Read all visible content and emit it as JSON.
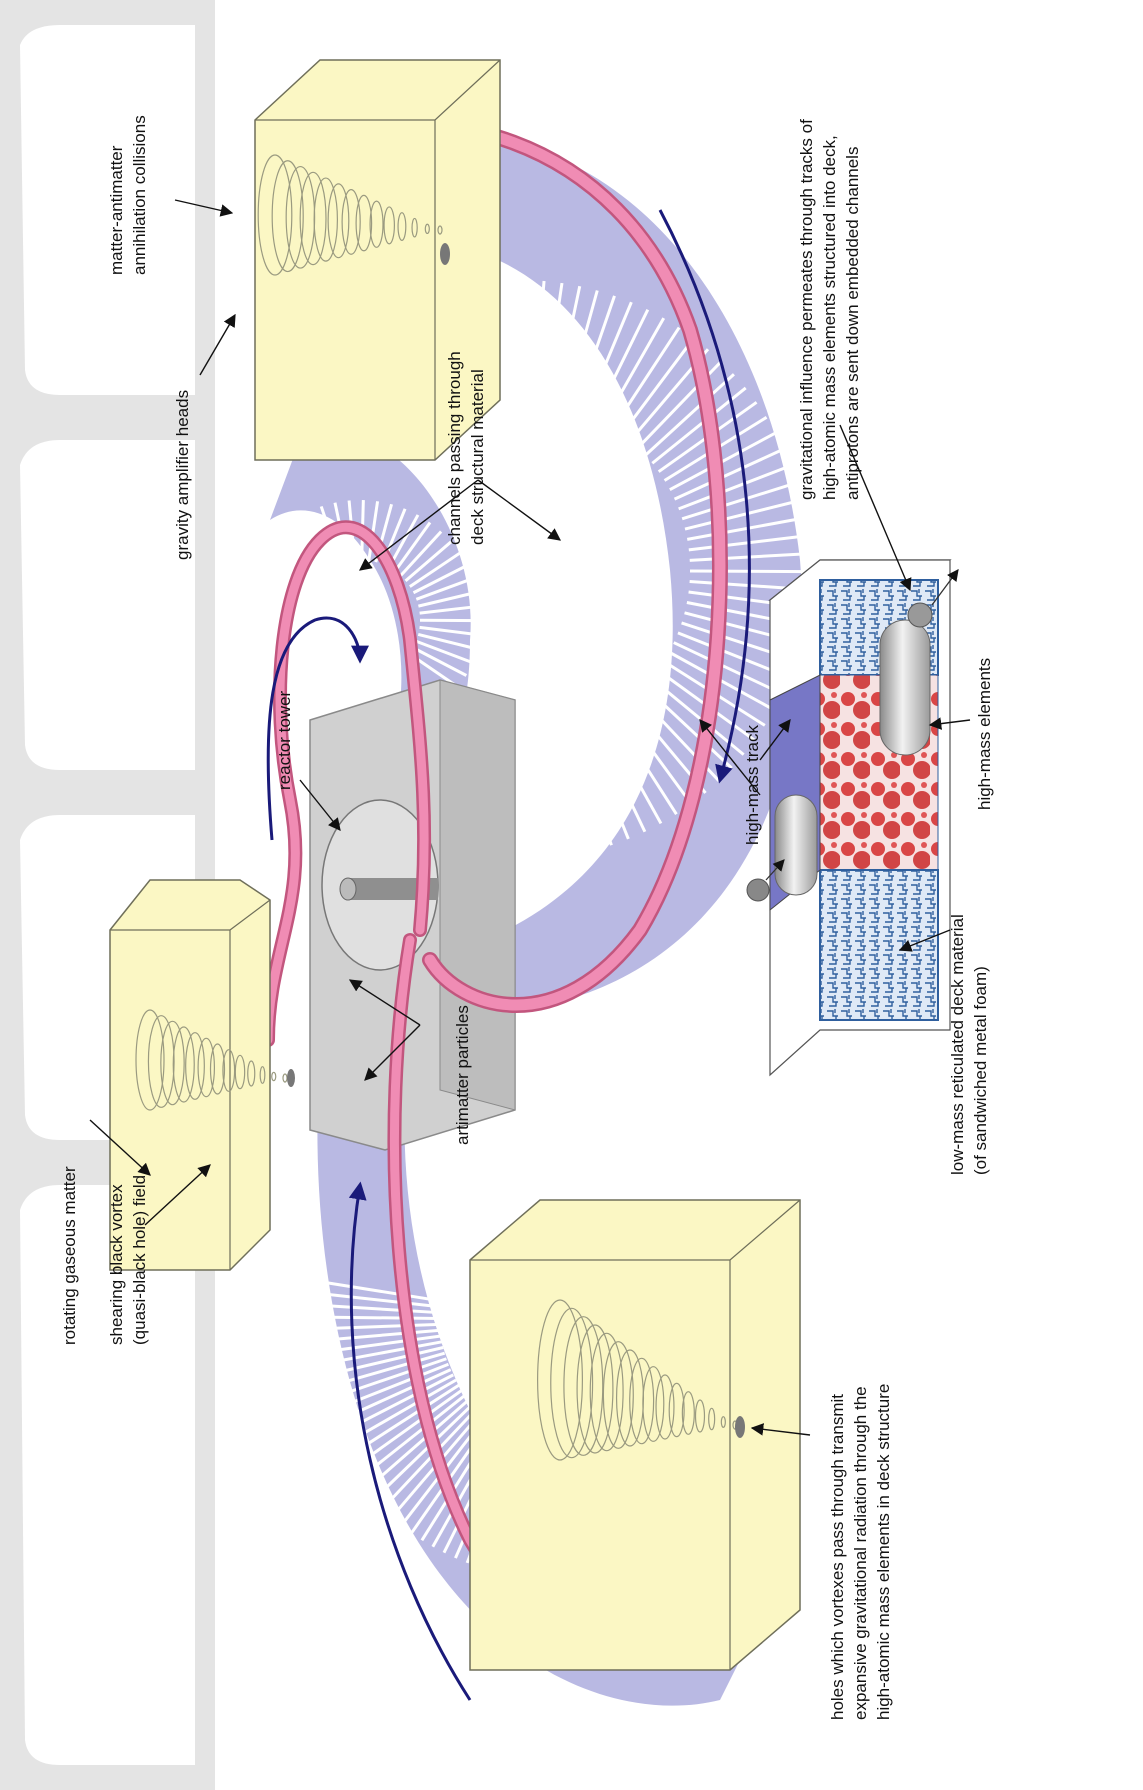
{
  "labels": {
    "rotating_gaseous_matter": "rotating gaseous matter",
    "shearing_vortex_line1": "shearing black vortex",
    "shearing_vortex_line2": "(quasi-black hole) field",
    "gravity_amplifier_heads": "gravity amplifier heads",
    "annihilation_line1": "matter-antimatter",
    "annihilation_line2": "annihilation collisions",
    "reactor_tower": "reactor tower",
    "channels_line1": "channels passing through",
    "channels_line2": "deck structural material",
    "artimatter_particles": "artimatter particles",
    "holes_line1": "holes which vortexes pass through transmit",
    "holes_line2": "expansive gravitational radiation through the",
    "holes_line3": "high-atomic mass elements in deck structure",
    "gravitational_line1": "gravitational influence permeates through tracks of",
    "gravitational_line2": "high-atomic mass elements structured into deck,",
    "gravitational_line3": "antiprotons are sent down embedded channels",
    "high_mass_track": "high-mass track",
    "high_mass_elements": "high-mass elements",
    "low_mass_line1": "low-mass reticulated deck material",
    "low_mass_line2": "(of sandwiched metal foam)"
  },
  "colors": {
    "deck_spiral": "#b9b9e3",
    "deck_stripe": "#ffffff",
    "channel": "#f08cb4",
    "channel_edge": "#c2567e",
    "flow_arrow": "#1a1a7a",
    "amplifier_box": "#fbf7c4",
    "amplifier_edge": "#6f6f5a",
    "reactor_block": "#cfcfcf",
    "foam": "#3a6fb0",
    "high_mass": "#d42a2a",
    "track_face": "#7777c6",
    "rail_background": "#e6e6e6"
  }
}
